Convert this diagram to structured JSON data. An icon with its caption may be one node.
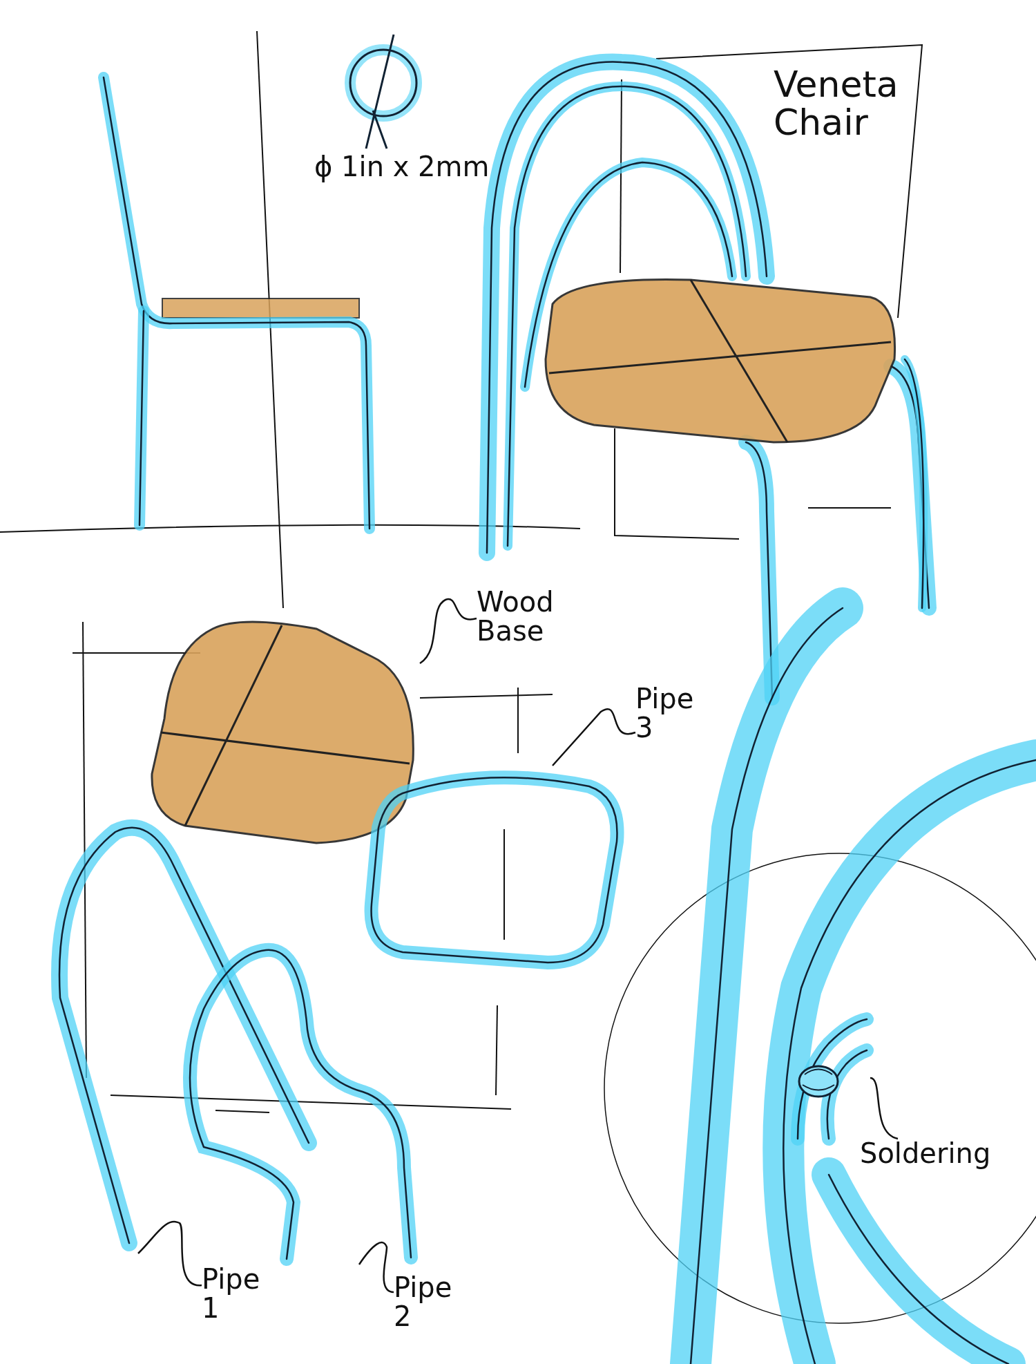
{
  "diagram": {
    "title": "Veneta Chair",
    "nodes": [
      {
        "text": [
          "Wood Base"
        ]
      },
      {
        "text": [],
        "shape": "picture"
      },
      {
        "text": [
          "Pipe 3"
        ]
      },
      {
        "text": [],
        "shape": "picture"
      },
      {
        "text": [
          "Pipe 1"
        ]
      },
      {
        "text": [],
        "shape": "picture"
      },
      {
        "text": [
          "Pipe 2"
        ]
      },
      {
        "text": [],
        "shape": "picture"
      },
      {
        "text": [
          "Soldering"
        ]
      },
      {
        "text": [],
        "shape": "picture"
      }
    ],
    "edges": [
      {
        "from": 0,
        "to": 1,
        "arrow": "none"
      },
      {
        "from": 2,
        "to": 3,
        "arrow": "none"
      },
      {
        "from": 4,
        "to": 5,
        "arrow": "none"
      },
      {
        "from": 6,
        "to": 7,
        "arrow": "none"
      },
      {
        "from": 8,
        "to": 9,
        "arrow": "none"
      }
    ],
    "labels": [
      "ϕ 1in x 2mm"
    ]
  }
}
